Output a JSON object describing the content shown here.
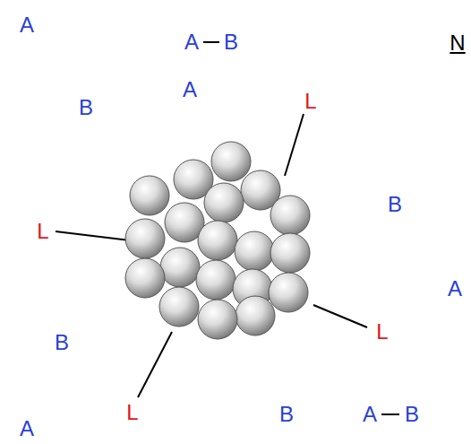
{
  "diagram": {
    "labels": [
      "A",
      "A",
      "B",
      "N",
      "B",
      "A",
      "L",
      "B",
      "L",
      "A",
      "L",
      "B",
      "L",
      "B",
      "A",
      "B",
      "A"
    ]
  }
}
